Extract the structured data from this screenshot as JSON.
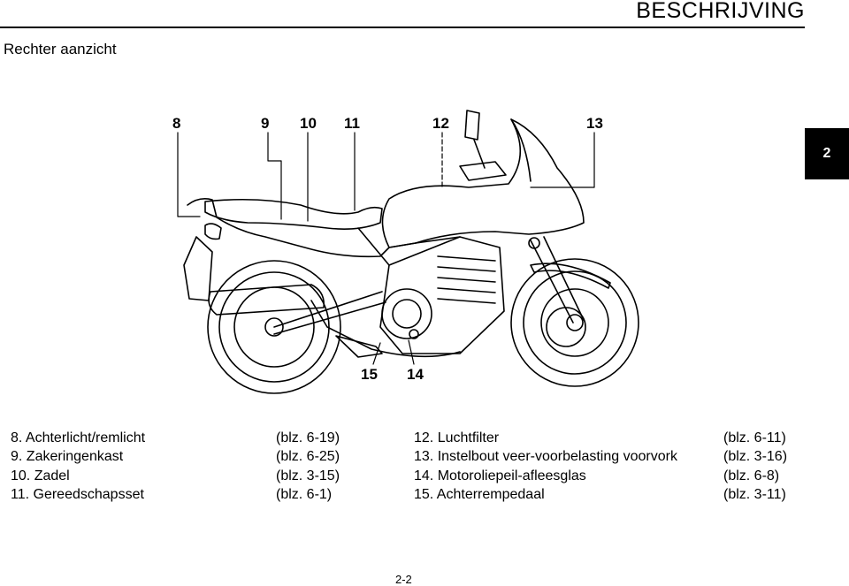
{
  "header": {
    "title": "BESCHRIJVING"
  },
  "section": {
    "title": "Rechter aanzicht"
  },
  "chapter_tab": "2",
  "callouts": {
    "c8": "8",
    "c9": "9",
    "c10": "10",
    "c11": "11",
    "c12": "12",
    "c13": "13",
    "c14": "14",
    "c15": "15"
  },
  "legend": {
    "left": [
      {
        "label": "8. Achterlicht/remlicht",
        "ref": "(blz. 6-19)"
      },
      {
        "label": "9. Zakeringenkast",
        "ref": "(blz. 6-25)"
      },
      {
        "label": "10. Zadel",
        "ref": "(blz. 3-15)"
      },
      {
        "label": "11. Gereedschapsset",
        "ref": "(blz. 6-1)"
      }
    ],
    "right": [
      {
        "label": "12. Luchtfilter",
        "ref": "(blz. 6-11)"
      },
      {
        "label": "13. Instelbout veer-voorbelasting voorvork",
        "ref": "(blz. 3-16)"
      },
      {
        "label": "14. Motoroliepeil-afleesglas",
        "ref": "(blz. 6-8)"
      },
      {
        "label": "15. Achterrempedaal",
        "ref": "(blz. 3-11)"
      }
    ]
  },
  "page_number": "2-2"
}
